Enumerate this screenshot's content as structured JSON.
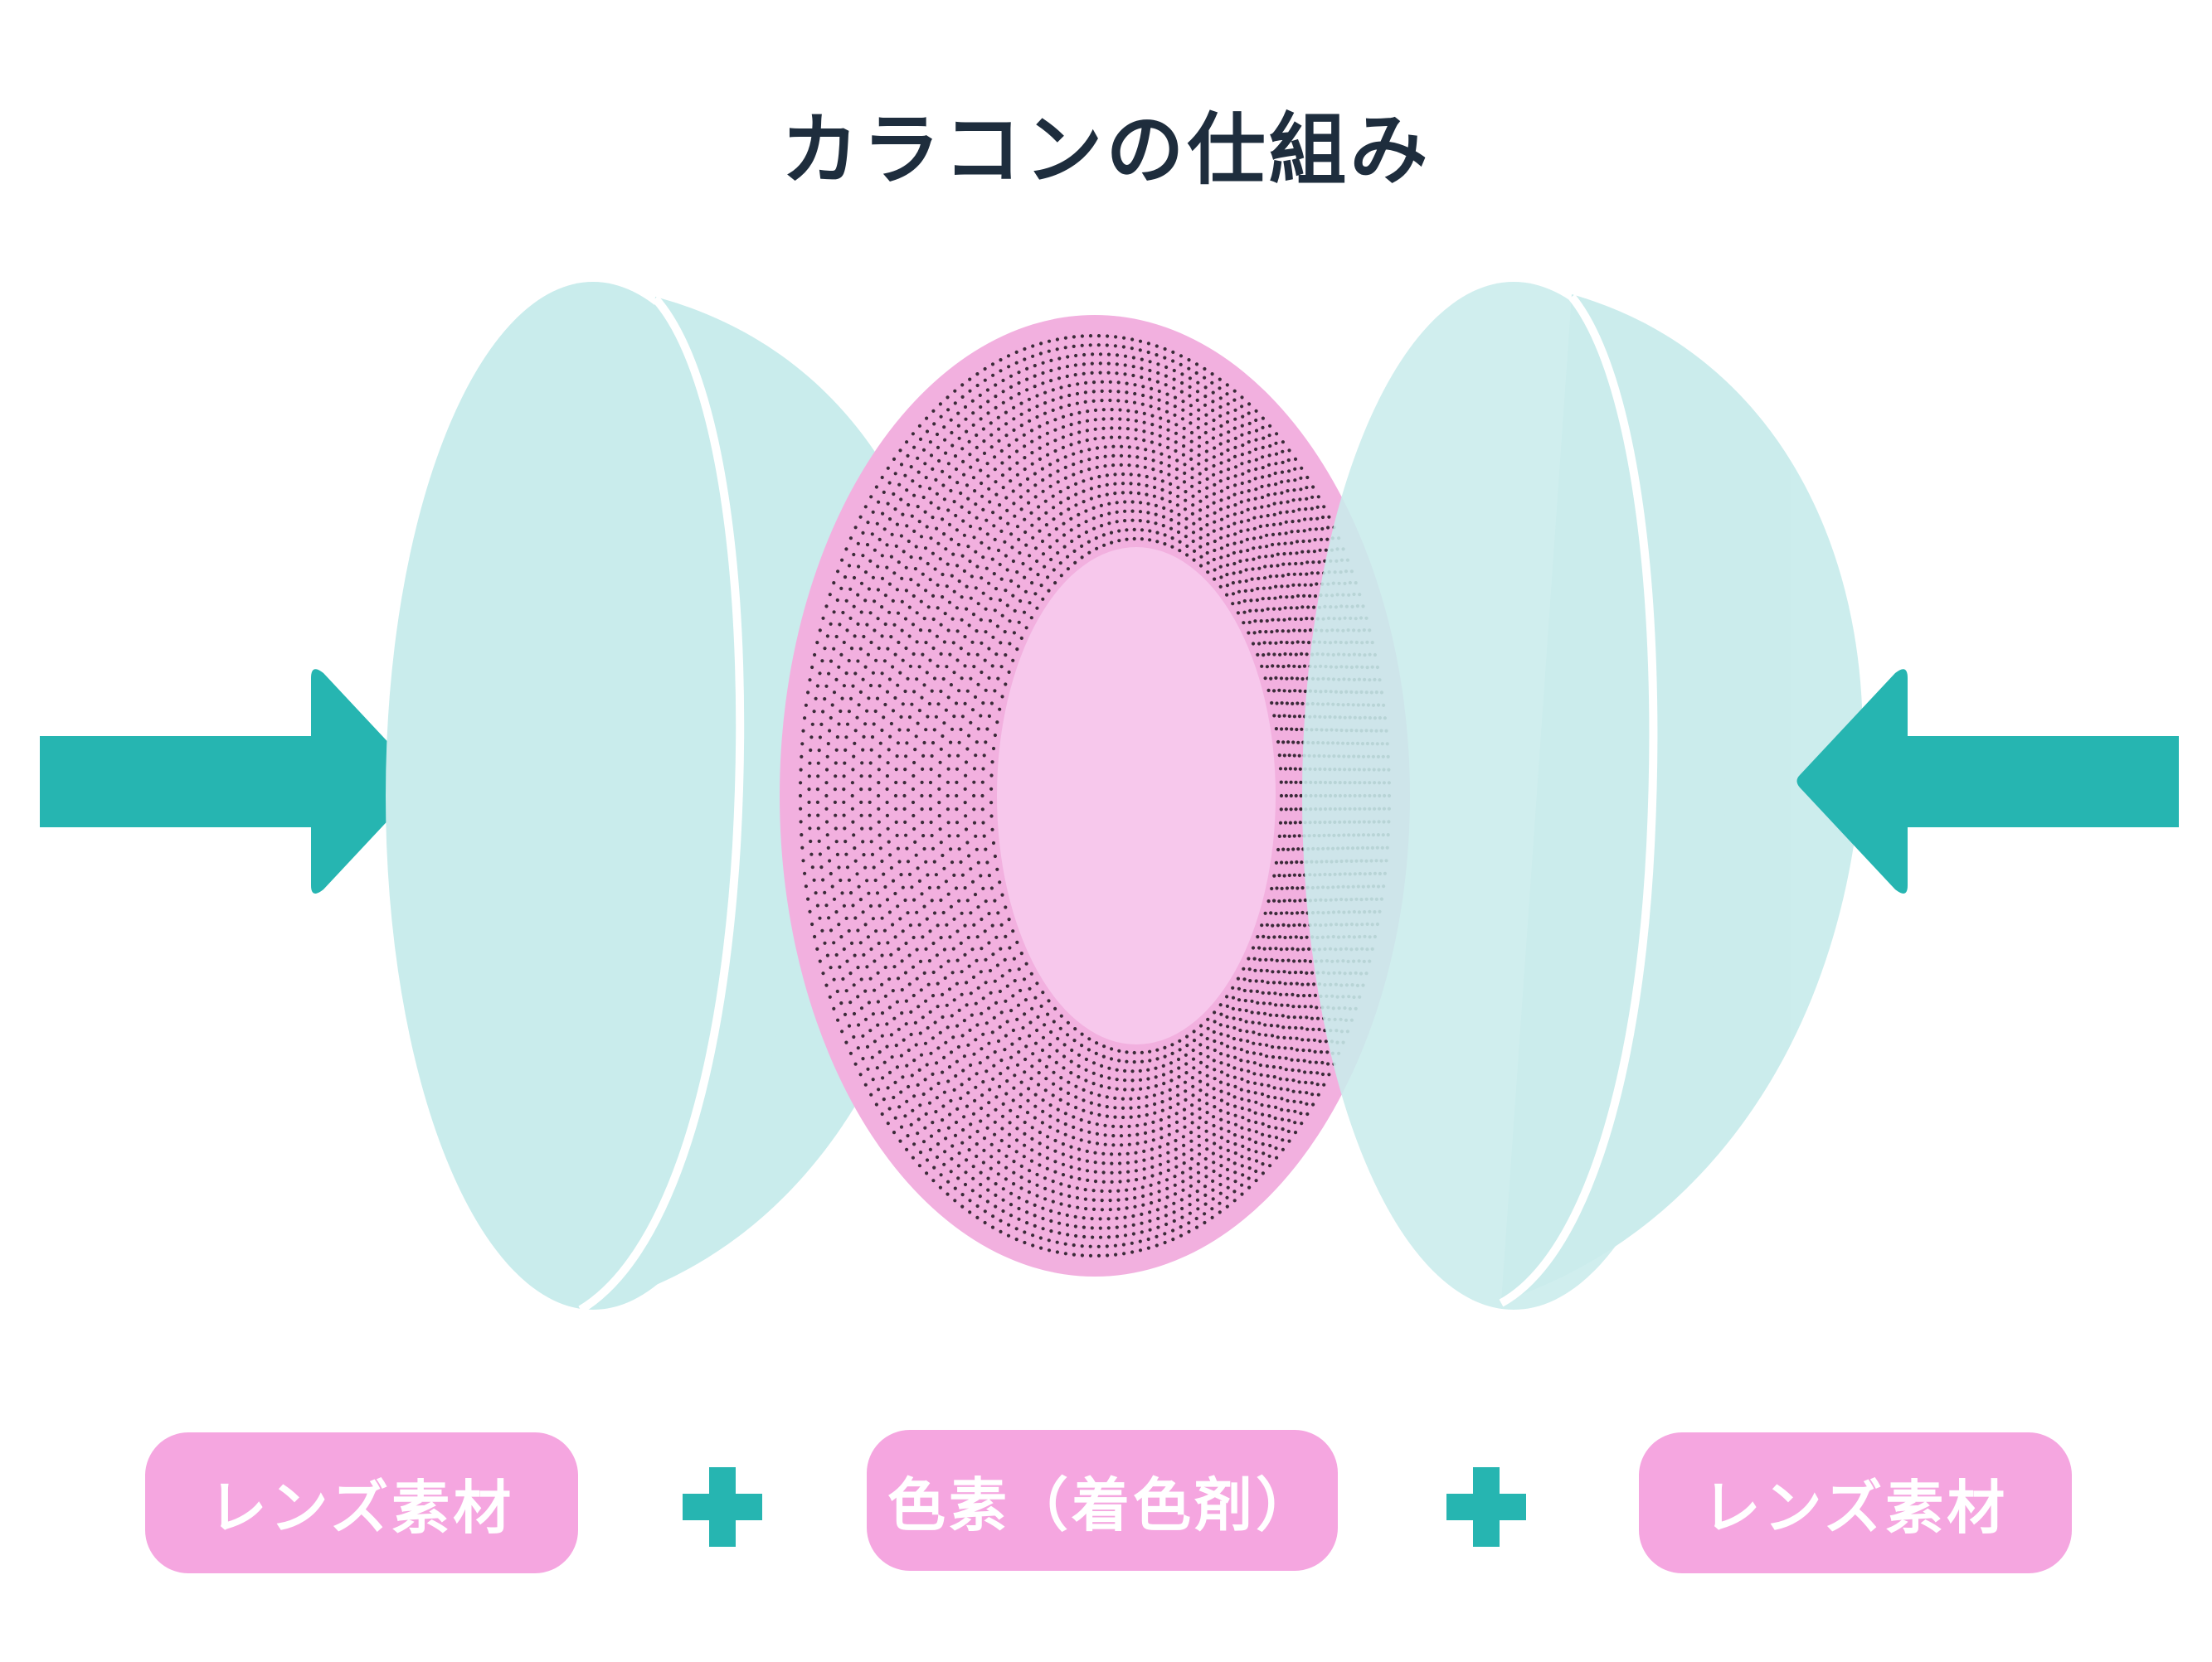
{
  "title": "カラコンの仕組み",
  "labels": {
    "left": "レンズ素材",
    "center": "色素（着色剤）",
    "right": "レンズ素材"
  },
  "colors": {
    "lens": "#c9ecec",
    "lens_edge": "#ffffff",
    "pigment_fill": "#f7c8ec",
    "pigment_rim": "#f2b0df",
    "dots": "#3a2a38",
    "arrow": "#26b5b1",
    "plus": "#26b5b1",
    "pill": "#f5a6e0",
    "title": "#1e2d3d"
  },
  "icons": {
    "arrow_left_side": "arrow-right-icon",
    "arrow_right_side": "arrow-left-icon",
    "plus": "plus-icon"
  }
}
